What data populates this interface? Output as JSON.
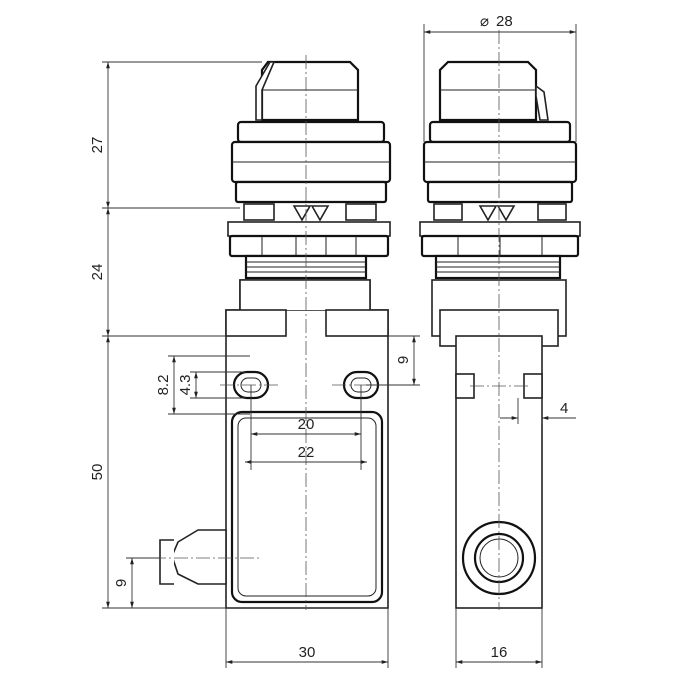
{
  "dimensions": {
    "diameter": "28",
    "height_actuator": "27",
    "height_collar": "24",
    "height_body": "50",
    "hole_spacing_outer": "8.2",
    "hole_spacing_inner": "4.3",
    "hole_from_top": "9",
    "hole_pitch": "20",
    "body_inner_width": "22",
    "side_offset": "4",
    "cable_height": "9",
    "width_front": "30",
    "width_side": "16"
  },
  "symbols": {
    "diameter_symbol": "⌀"
  }
}
